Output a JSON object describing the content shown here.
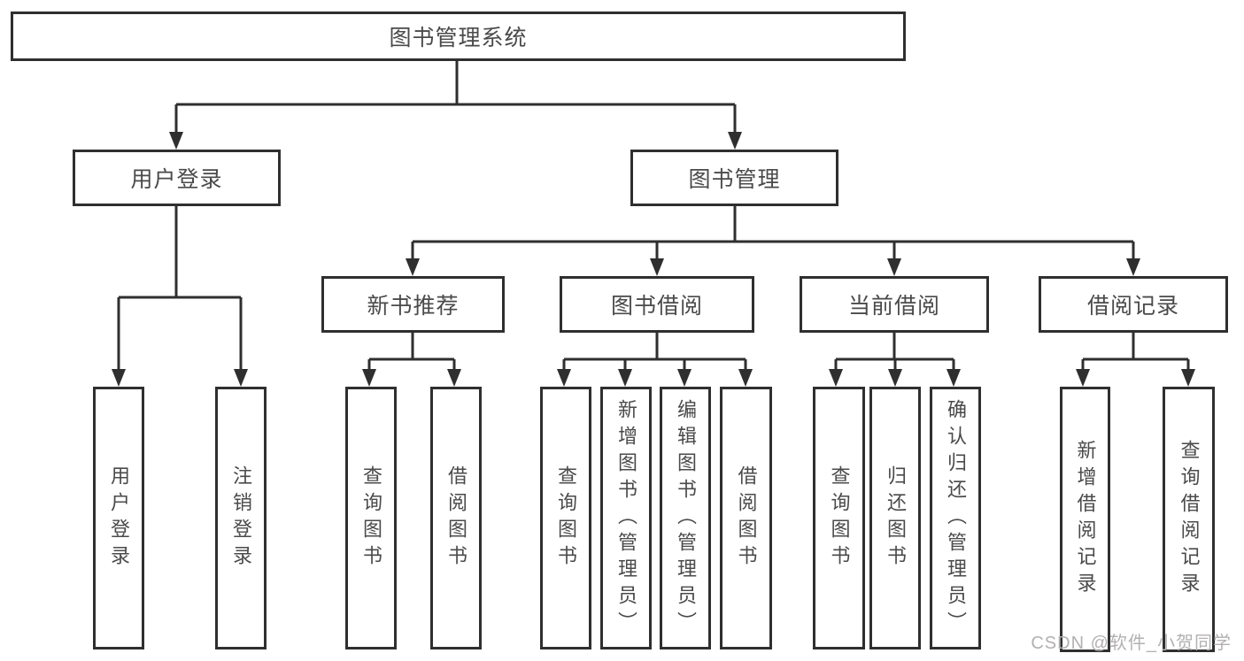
{
  "tree": {
    "root": {
      "label": "图书管理系统",
      "children": [
        {
          "label": "用户登录",
          "children": [
            {
              "label": "用户登录"
            },
            {
              "label": "注销登录"
            }
          ]
        },
        {
          "label": "图书管理",
          "children": [
            {
              "label": "新书推荐",
              "children": [
                {
                  "label": "查询图书"
                },
                {
                  "label": "借阅图书"
                }
              ]
            },
            {
              "label": "图书借阅",
              "children": [
                {
                  "label": "查询图书"
                },
                {
                  "label": "新增图书（管理员）"
                },
                {
                  "label": "编辑图书（管理员）"
                },
                {
                  "label": "借阅图书"
                }
              ]
            },
            {
              "label": "当前借阅",
              "children": [
                {
                  "label": "查询图书"
                },
                {
                  "label": "归还图书"
                },
                {
                  "label": "确认归还（管理员）"
                }
              ]
            },
            {
              "label": "借阅记录",
              "children": [
                {
                  "label": "新增借阅记录"
                },
                {
                  "label": "查询借阅记录"
                }
              ]
            }
          ]
        }
      ]
    }
  },
  "watermark": {
    "text": "CSDN @软件_小贺同学"
  },
  "colors": {
    "line": "#2f2f2f",
    "text": "#4a4a4a",
    "background": "#ffffff",
    "watermark": "#b3b0b0"
  }
}
